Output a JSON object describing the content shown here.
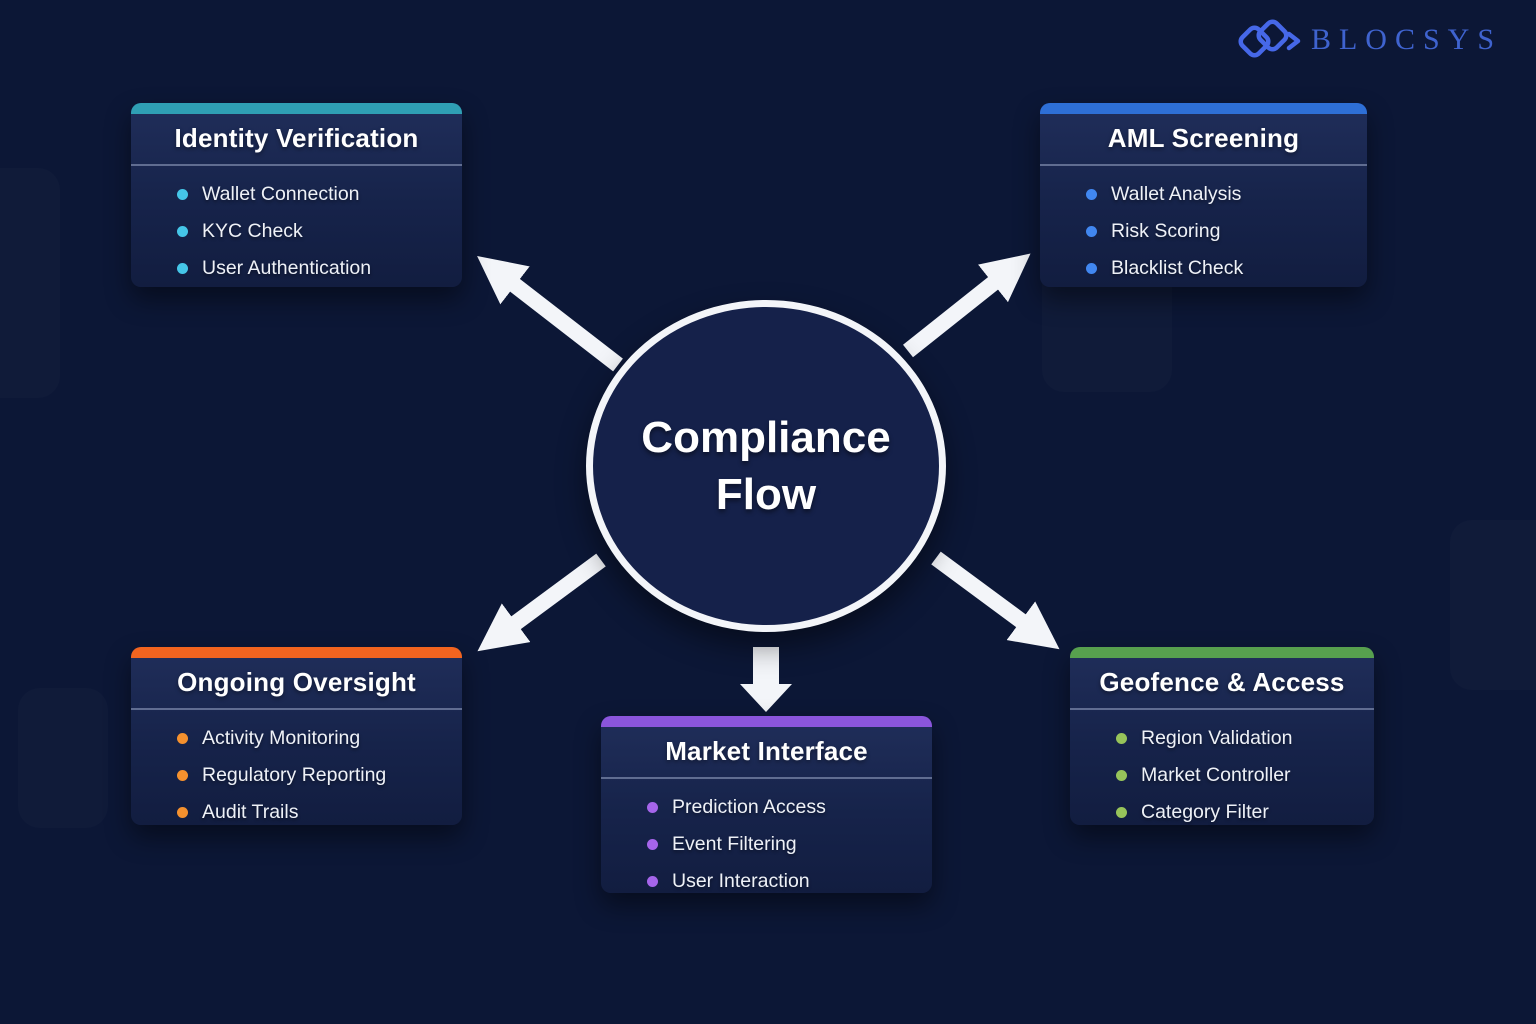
{
  "brand": {
    "name": "BLOCSYS"
  },
  "center": {
    "line1": "Compliance",
    "line2": "Flow"
  },
  "colors": {
    "background": "#0c1736",
    "arrow": "#f3f5f9",
    "circle_fill": "#15214a",
    "logo_blue": "#3f63cf"
  },
  "nodes": [
    {
      "id": "identity",
      "title": "Identity Verification",
      "accent": "#2f9fb4",
      "bullet": "#45c6e8",
      "items": [
        "Wallet Connection",
        "KYC Check",
        "User Authentication"
      ]
    },
    {
      "id": "aml",
      "title": "AML Screening",
      "accent": "#2e6fd6",
      "bullet": "#4187f0",
      "items": [
        "Wallet Analysis",
        "Risk Scoring",
        "Blacklist Check"
      ]
    },
    {
      "id": "oversight",
      "title": "Ongoing Oversight",
      "accent": "#f2641f",
      "bullet": "#f5912e",
      "items": [
        "Activity Monitoring",
        "Regulatory Reporting",
        "Audit Trails"
      ]
    },
    {
      "id": "market",
      "title": "Market Interface",
      "accent": "#8b55dc",
      "bullet": "#a565ea",
      "items": [
        "Prediction Access",
        "Event Filtering",
        "User Interaction"
      ]
    },
    {
      "id": "geofence",
      "title": "Geofence & Access",
      "accent": "#57a04e",
      "bullet": "#97c45a",
      "items": [
        "Region Validation",
        "Market Controller",
        "Category Filter"
      ]
    }
  ]
}
